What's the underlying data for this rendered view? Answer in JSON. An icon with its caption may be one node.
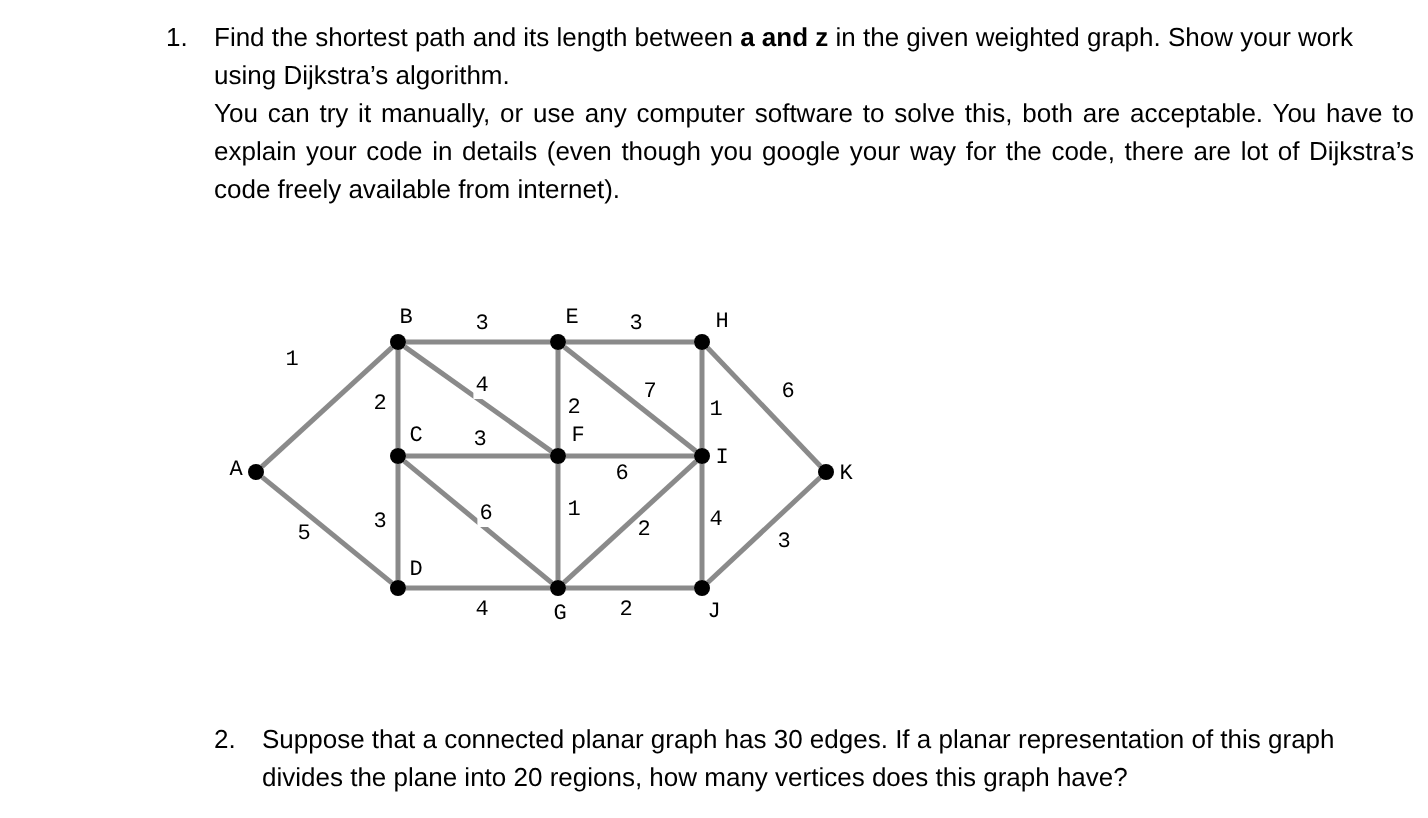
{
  "diagram": {
    "nodes": [
      {
        "text": [],
        "shape": "circle",
        "beside": [
          "A"
        ]
      },
      {
        "text": [],
        "shape": "circle",
        "beside": [
          "B"
        ]
      },
      {
        "text": [],
        "shape": "circle",
        "beside": [
          "C"
        ]
      },
      {
        "text": [],
        "shape": "circle",
        "beside": [
          "D"
        ]
      },
      {
        "text": [],
        "shape": "circle",
        "beside": [
          "E"
        ]
      },
      {
        "text": [],
        "shape": "circle",
        "beside": [
          "F"
        ]
      },
      {
        "text": [],
        "shape": "circle",
        "beside": [
          "G"
        ]
      },
      {
        "text": [],
        "shape": "circle",
        "beside": [
          "H"
        ]
      },
      {
        "text": [],
        "shape": "circle",
        "beside": [
          "I"
        ]
      },
      {
        "text": [],
        "shape": "circle",
        "beside": [
          "J"
        ]
      },
      {
        "text": [],
        "shape": "circle",
        "beside": [
          "K"
        ]
      }
    ],
    "edges": [
      {
        "from": 0,
        "to": 1,
        "arrow": "none",
        "label": "1"
      },
      {
        "from": 0,
        "to": 3,
        "arrow": "none",
        "label": "5"
      },
      {
        "from": 1,
        "to": 4,
        "arrow": "none",
        "label": "3"
      },
      {
        "from": 4,
        "to": 7,
        "arrow": "none",
        "label": "3"
      },
      {
        "from": 1,
        "to": 2,
        "arrow": "none",
        "label": "2"
      },
      {
        "from": 1,
        "to": 5,
        "arrow": "none",
        "label": "4"
      },
      {
        "from": 4,
        "to": 5,
        "arrow": "none",
        "label": "2"
      },
      {
        "from": 4,
        "to": 8,
        "arrow": "none",
        "label": "7"
      },
      {
        "from": 7,
        "to": 8,
        "arrow": "none",
        "label": "1"
      },
      {
        "from": 7,
        "to": 10,
        "arrow": "none",
        "label": "6"
      },
      {
        "from": 2,
        "to": 5,
        "arrow": "none",
        "label": "3"
      },
      {
        "from": 5,
        "to": 8,
        "arrow": "none",
        "label": "6"
      },
      {
        "from": 2,
        "to": 3,
        "arrow": "none",
        "label": "3"
      },
      {
        "from": 2,
        "to": 6,
        "arrow": "none",
        "label": "6"
      },
      {
        "from": 5,
        "to": 6,
        "arrow": "none",
        "label": "1"
      },
      {
        "from": 6,
        "to": 8,
        "arrow": "none",
        "label": "2"
      },
      {
        "from": 8,
        "to": 9,
        "arrow": "none",
        "label": "4"
      },
      {
        "from": 9,
        "to": 10,
        "arrow": "none",
        "label": "3"
      },
      {
        "from": 3,
        "to": 6,
        "arrow": "none",
        "label": "4"
      },
      {
        "from": 6,
        "to": 9,
        "arrow": "none",
        "label": "2"
      }
    ],
    "labels": [
      "1.",
      "Find the shortest path and its length between **a and z** in the given weighted graph. Show your work using Dijkstra’s algorithm.",
      "You can try it manually, or use any computer software to solve this, both are acceptable. You have to explain your code in details (even though you google your way for the code, there are lot of Dijkstra’s code freely available from internet).",
      "2.",
      "Suppose that a connected planar graph has 30 edges. If a planar representation of this graph divides the plane into 20 regions, how many vertices does this graph have?"
    ]
  }
}
